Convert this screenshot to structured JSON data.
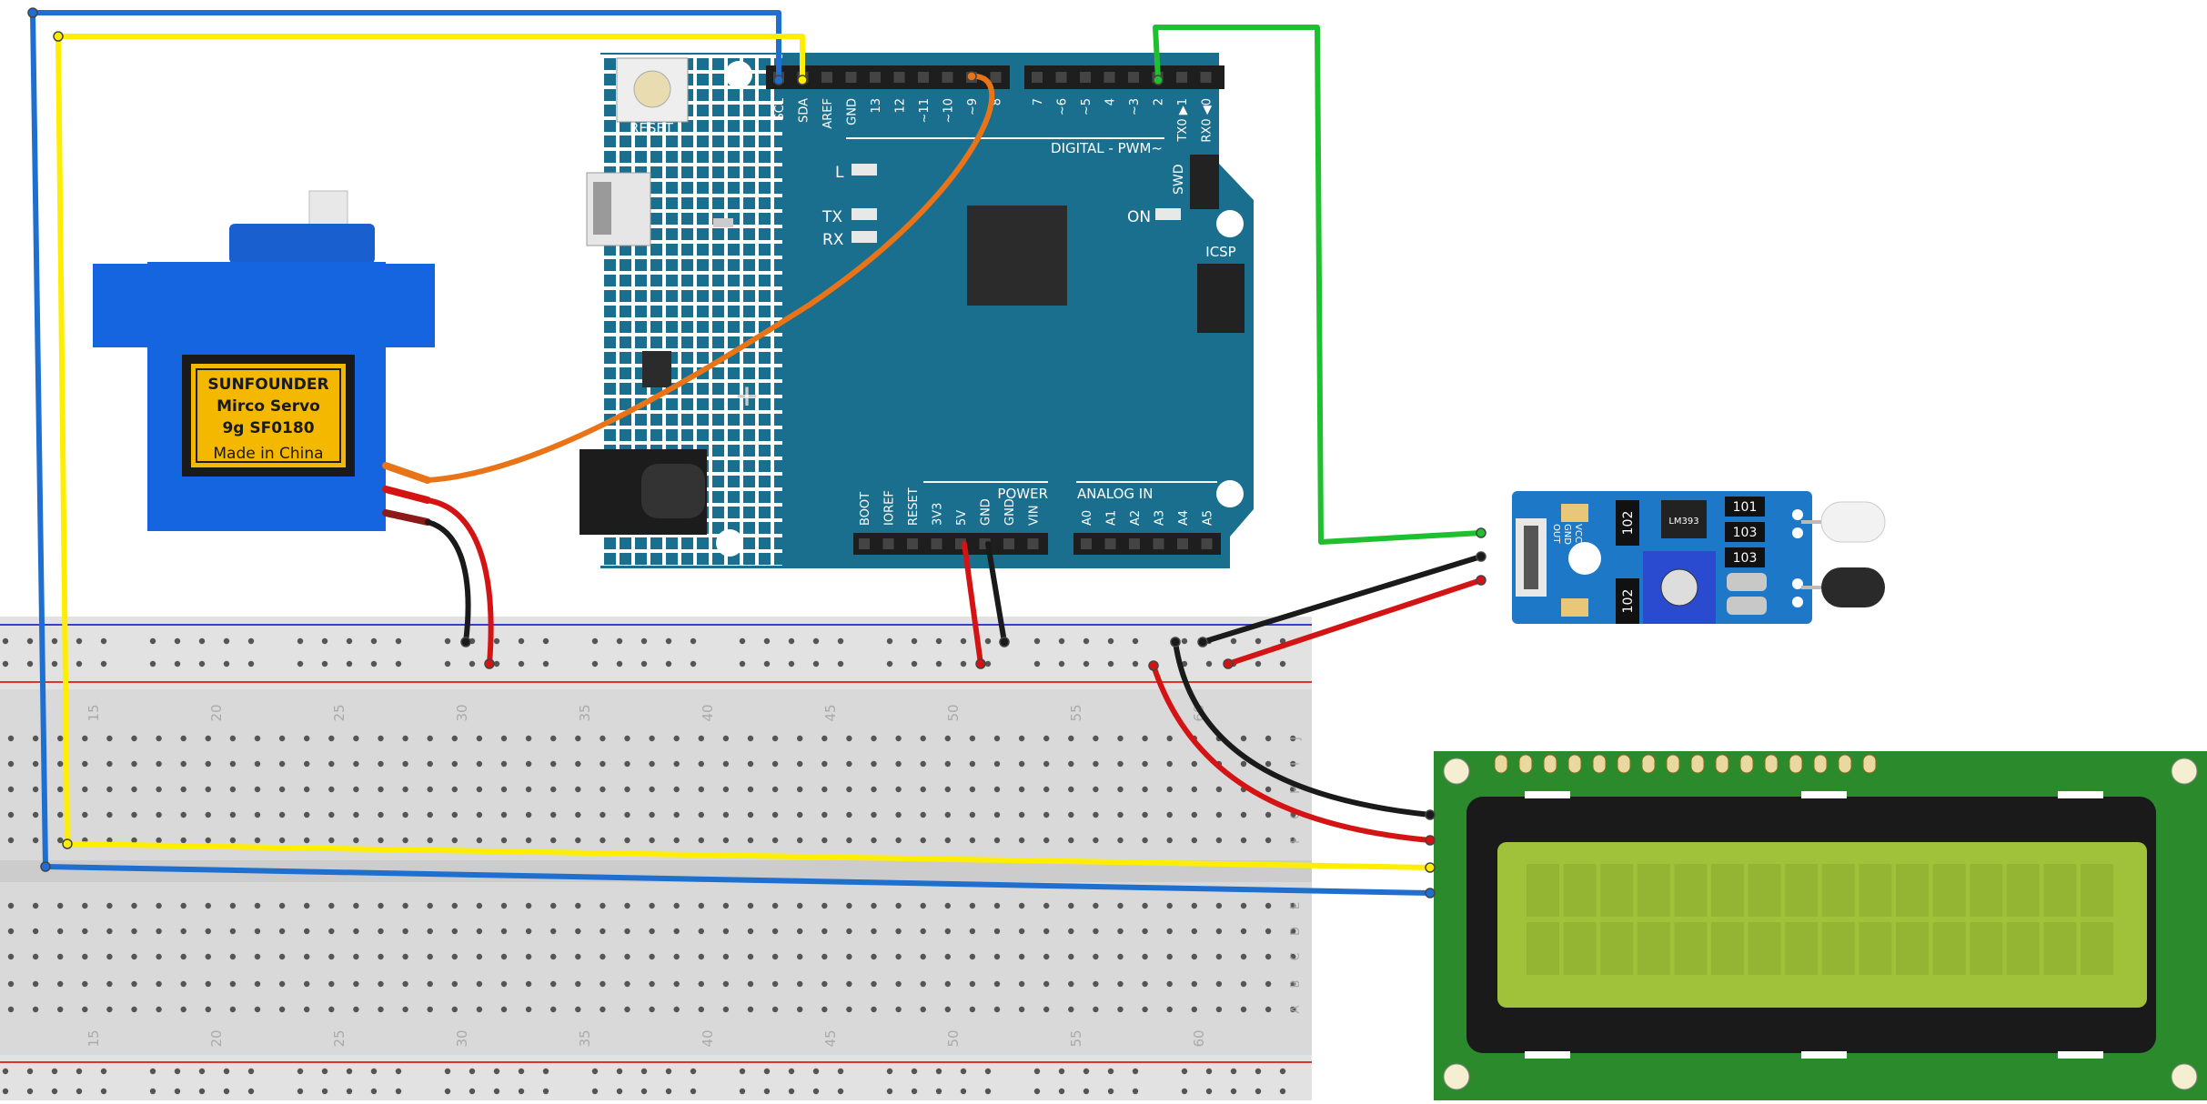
{
  "arduino": {
    "reset_label": "RESET",
    "top_pins": [
      "SCL",
      "SDA",
      "AREF",
      "GND",
      "13",
      "12",
      "~11",
      "~10",
      "~9",
      "8"
    ],
    "top_pins_right": [
      "7",
      "~6",
      "~5",
      "4",
      "~3",
      "2",
      "TX0 ▶1",
      "RX0 ◀0"
    ],
    "digital_label": "DIGITAL - PWM~",
    "led_l": "L",
    "led_tx": "TX",
    "led_rx": "RX",
    "led_on": "ON",
    "swd": "SWD",
    "icsp": "ICSP",
    "power_label": "POWER",
    "power_pins": [
      "BOOT",
      "IOREF",
      "RESET",
      "3V3",
      "5V",
      "GND",
      "GND",
      "VIN"
    ],
    "analog_label": "ANALOG IN",
    "analog_pins": [
      "A0",
      "A1",
      "A2",
      "A3",
      "A4",
      "A5"
    ]
  },
  "servo": {
    "brand": "SUNFOUNDER",
    "model_line1": "Mirco Servo",
    "model_line2": "9g SF0180",
    "origin": "Made in China"
  },
  "ir_sensor": {
    "chip": "LM393",
    "resistors": [
      "101",
      "103",
      "103",
      "102",
      "102"
    ],
    "pins": [
      "OUT",
      "GND",
      "VCC"
    ]
  },
  "breadboard": {
    "column_numbers": [
      "15",
      "20",
      "25",
      "30",
      "35",
      "40",
      "45",
      "50",
      "55",
      "60"
    ],
    "row_letters_top": [
      "J",
      "I",
      "H",
      "G",
      "F"
    ],
    "row_letters_bottom": [
      "E",
      "D",
      "C",
      "B",
      "A"
    ]
  },
  "colors": {
    "arduino_blue": "#1a6f8f",
    "servo_blue": "#1565e0",
    "lcd_pcb": "#2b8a2b",
    "lcd_screen": "#9fc23a",
    "wire_yellow": "#ffee00",
    "wire_blue": "#1f6fd0",
    "wire_green": "#1fc02f",
    "wire_orange": "#e87417",
    "wire_red": "#d41414",
    "wire_black": "#1a1a1a"
  }
}
